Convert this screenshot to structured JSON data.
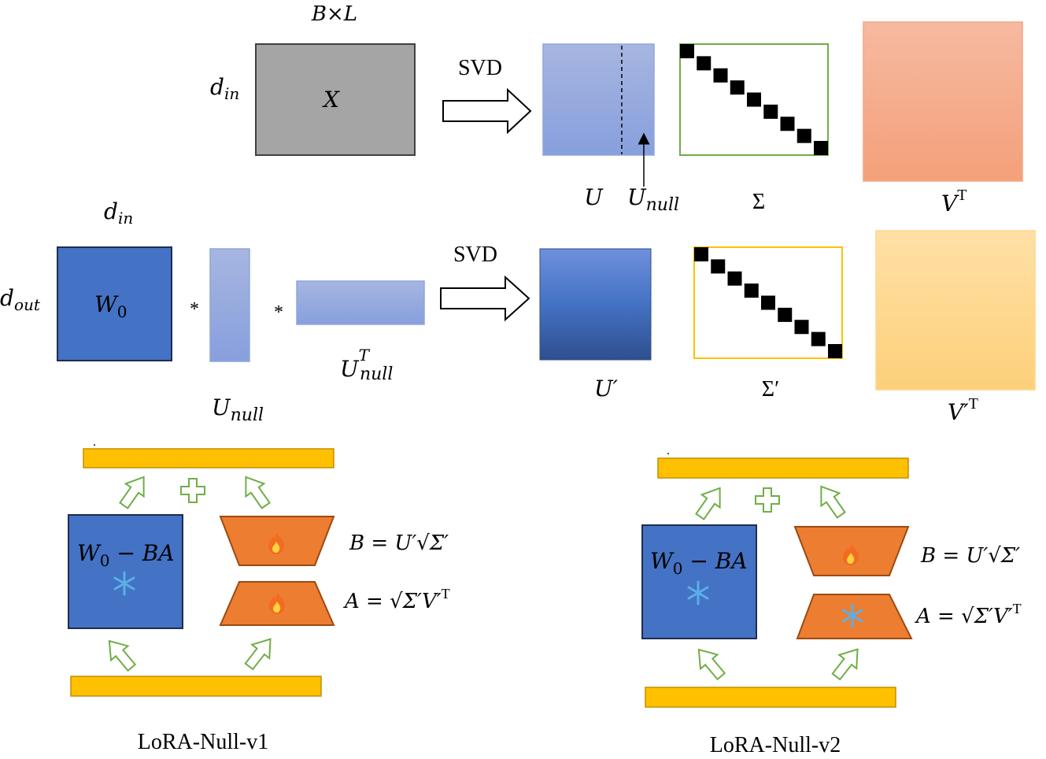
{
  "top_row": {
    "x_dims": "B×L",
    "x_rows": "d",
    "x_rows_sub": "in",
    "x_label": "X",
    "svd": "SVD",
    "u_label": "U",
    "u_null": "U",
    "u_null_sub": "null",
    "sigma": "Σ",
    "vt": "V",
    "vt_sup": "T"
  },
  "middle_row": {
    "w_cols": "d",
    "w_cols_sub": "in",
    "w_rows": "d",
    "w_rows_sub": "out",
    "w_label": "W",
    "w_label_sub": "0",
    "star1": "*",
    "star2": "*",
    "u_null": "U",
    "u_null_sub": "null",
    "u_null_t": "U",
    "u_null_t_sub": "null",
    "u_null_t_sup": "T",
    "svd": "SVD",
    "u_prime": "U′",
    "sigma_prime": "Σ′",
    "vt_prime": "V′",
    "vt_prime_sup": "T"
  },
  "v1": {
    "dot": ".",
    "frozen_block_w": "W",
    "frozen_block_sub": "0",
    "frozen_block_rest": " − BA",
    "b_eq": "B = U′√Σ′",
    "a_eq": "A = √Σ′V′",
    "a_eq_sup": "T",
    "caption": "LoRA-Null-v1",
    "b_state_icon": "fire-icon",
    "a_state_icon": "fire-icon"
  },
  "v2": {
    "dot": ".",
    "frozen_block_w": "W",
    "frozen_block_sub": "0",
    "frozen_block_rest": " − BA",
    "b_eq": "B = U′√Σ′",
    "a_eq": "A = √Σ′V′",
    "a_eq_sup": "T",
    "caption": "LoRA-Null-v2",
    "b_state_icon": "fire-icon",
    "a_state_icon": "snowflake-icon"
  },
  "colors": {
    "gray_block": "#a5a5a5",
    "light_blue": "#8fa6dc",
    "dark_blue": "#4472c4",
    "salmon": "#f4a582",
    "light_orange": "#fdd68a",
    "orange": "#ed7d31",
    "gold_bar": "#ffc000",
    "green": "#70ad47"
  }
}
